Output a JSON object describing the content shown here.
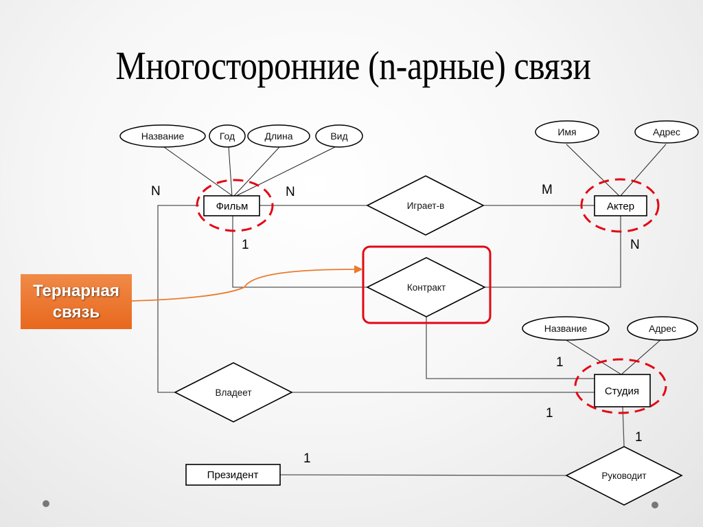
{
  "title": "Многосторонние (n-арные) связи",
  "callout": {
    "line1": "Тернарная",
    "line2": "связь",
    "color": "#e8681e"
  },
  "colors": {
    "highlight": "#e30613",
    "callout_arrow": "#ec7a2e"
  },
  "entities": [
    {
      "id": "film",
      "label": "Фильм",
      "highlighted": true
    },
    {
      "id": "actor",
      "label": "Актер",
      "highlighted": true
    },
    {
      "id": "studio",
      "label": "Студия",
      "highlighted": true
    },
    {
      "id": "president",
      "label": "Президент",
      "highlighted": false
    }
  ],
  "attributes": [
    {
      "entity": "film",
      "label": "Название"
    },
    {
      "entity": "film",
      "label": "Год"
    },
    {
      "entity": "film",
      "label": "Длина"
    },
    {
      "entity": "film",
      "label": "Вид"
    },
    {
      "entity": "actor",
      "label": "Имя"
    },
    {
      "entity": "actor",
      "label": "Адрес"
    },
    {
      "entity": "studio",
      "label": "Название"
    },
    {
      "entity": "studio",
      "label": "Адрес"
    }
  ],
  "relationships": [
    {
      "id": "plays_in",
      "label": "Играет-в",
      "connects": [
        "film",
        "actor"
      ],
      "cardinality": [
        "N",
        "M"
      ]
    },
    {
      "id": "contract",
      "label": "Контракт",
      "connects": [
        "film",
        "actor",
        "studio"
      ],
      "cardinality": [
        "1",
        "N",
        "1"
      ],
      "highlighted": true
    },
    {
      "id": "owns",
      "label": "Владеет",
      "connects": [
        "film",
        "studio"
      ],
      "cardinality": [
        "N",
        "1"
      ]
    },
    {
      "id": "manages",
      "label": "Руководит",
      "connects": [
        "studio",
        "president"
      ],
      "cardinality": [
        "1",
        "1"
      ]
    }
  ],
  "cardinality_labels": {
    "film_owns": "N",
    "film_plays": "N",
    "actor_plays": "M",
    "film_contract": "1",
    "actor_contract": "N",
    "studio_contract": "1",
    "studio_owns": "1",
    "studio_manages": "1",
    "president_manages": "1"
  }
}
